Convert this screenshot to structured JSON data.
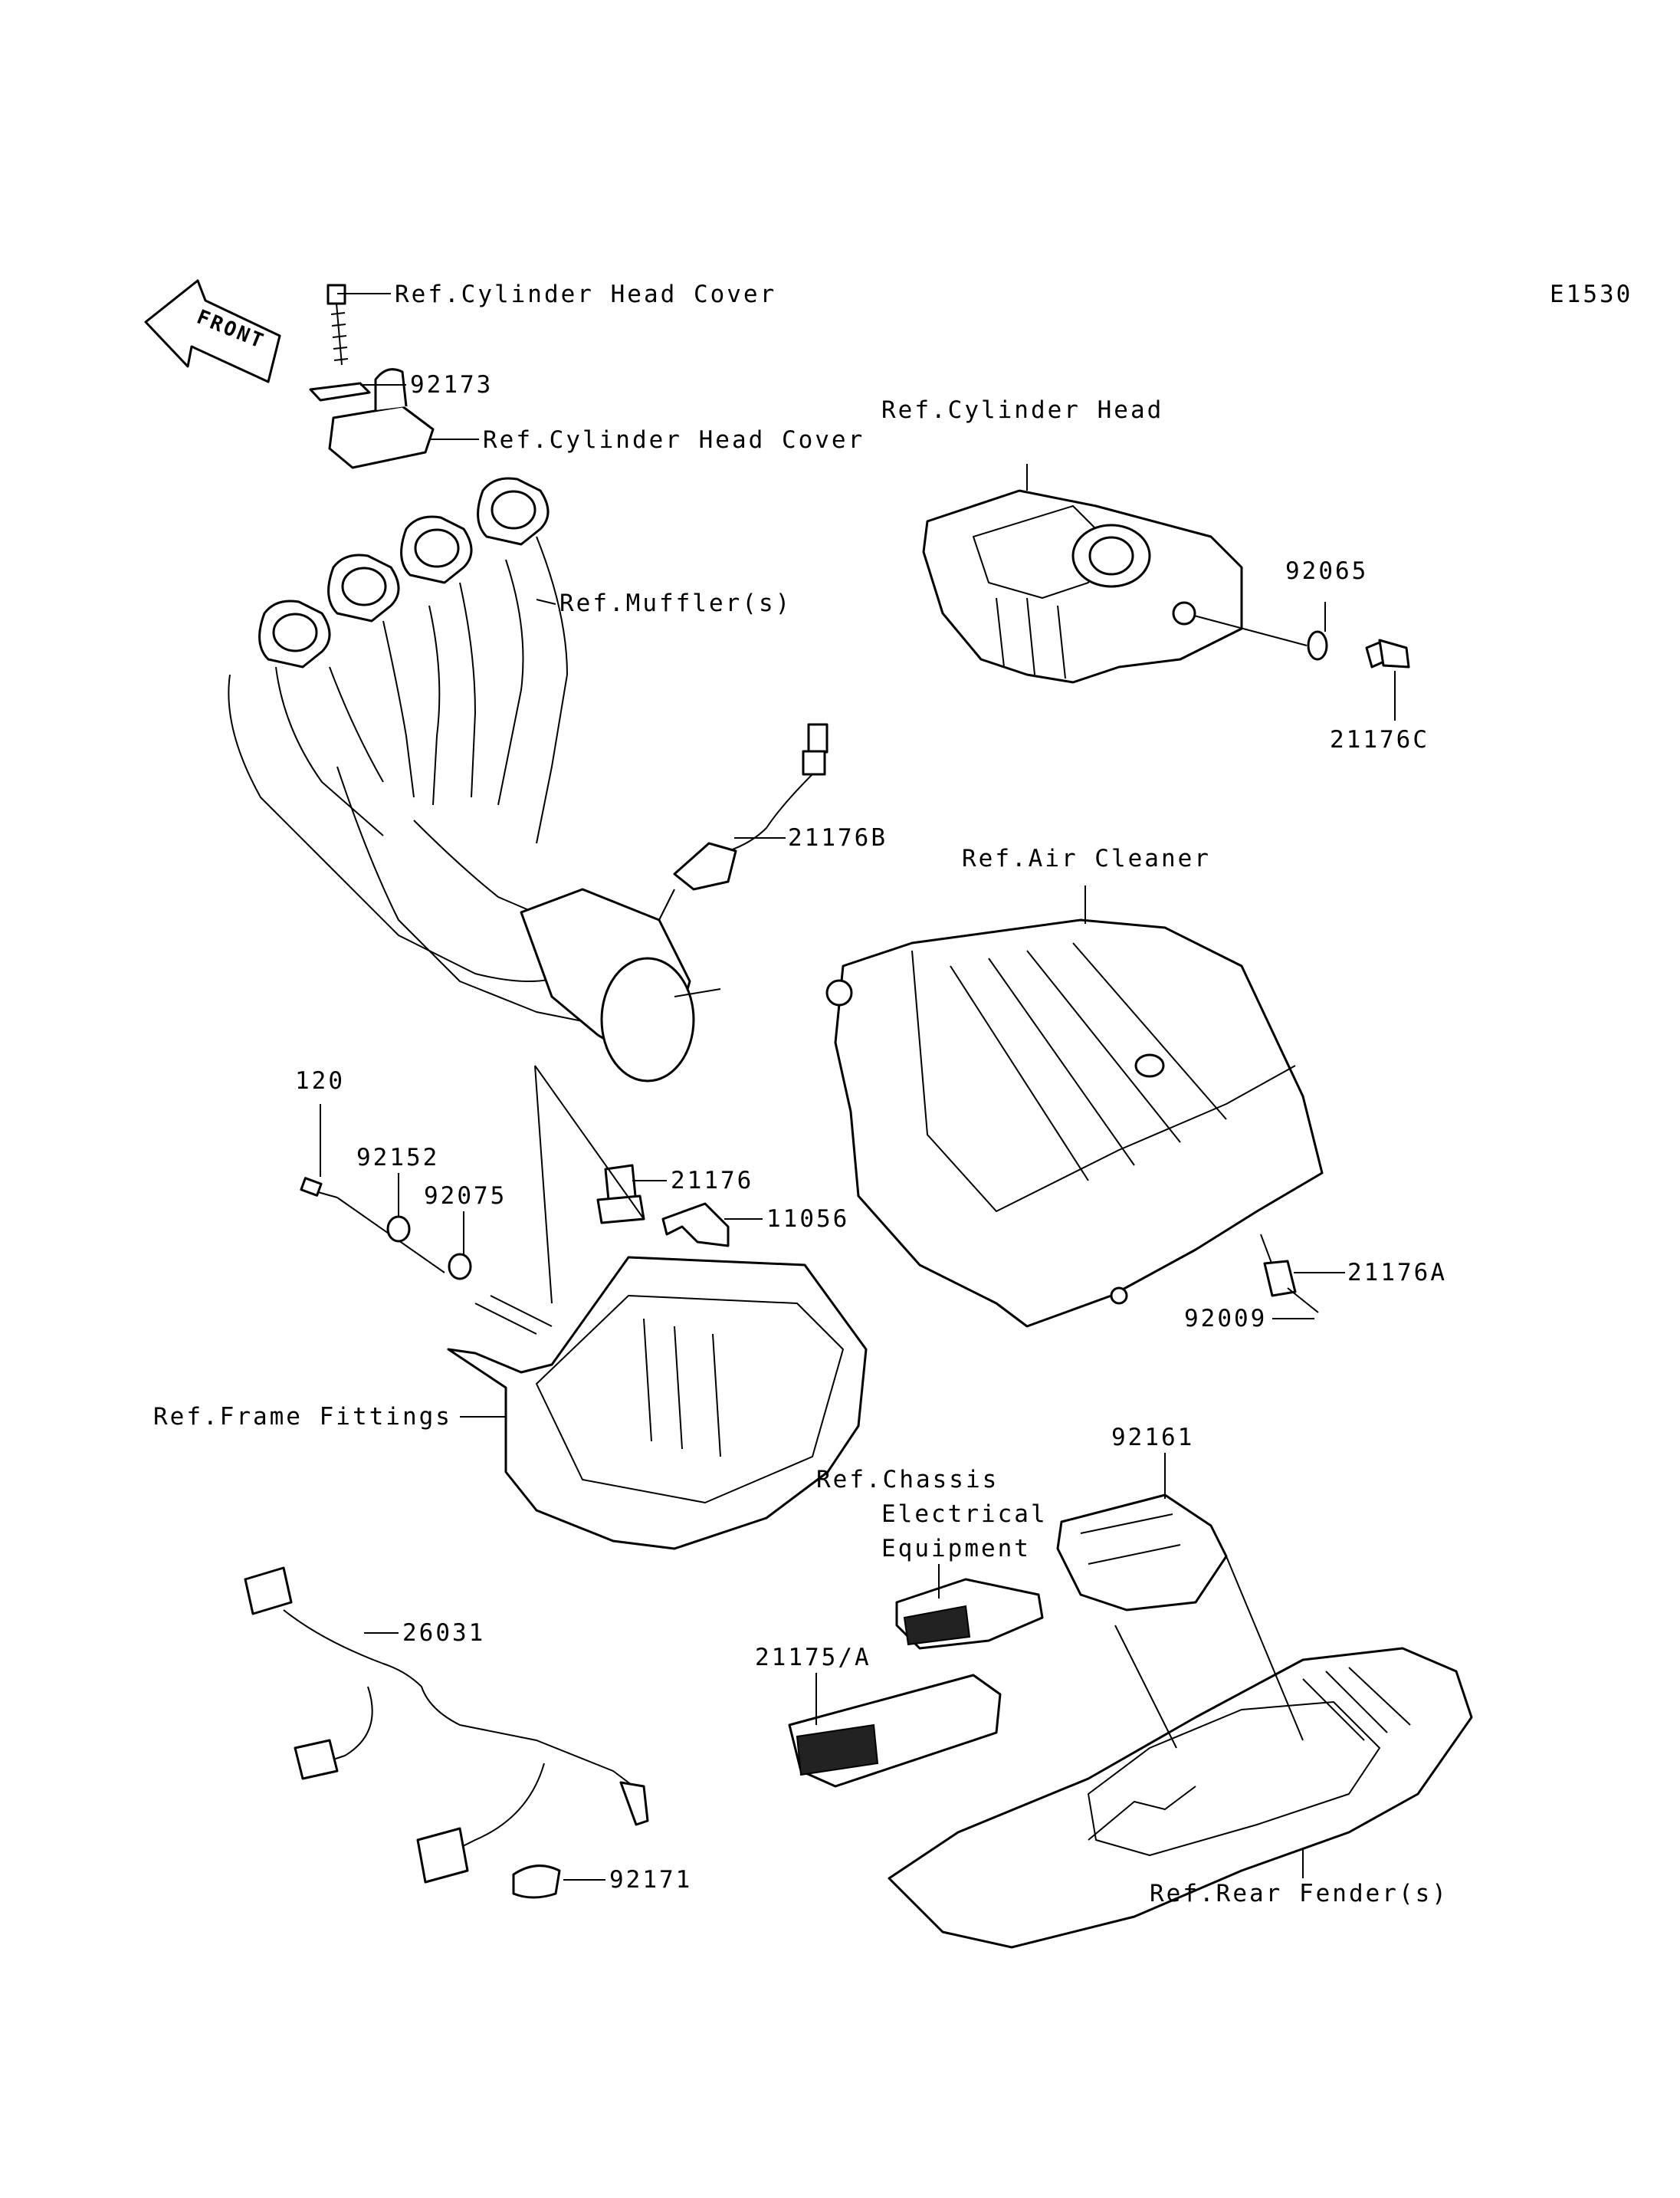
{
  "diagram": {
    "code": "E1530",
    "front_label": "FRONT",
    "labels": {
      "ref_cyl_head_cover_1": "Ref.Cylinder Head Cover",
      "p92173": "92173",
      "ref_cyl_head_cover_2": "Ref.Cylinder Head Cover",
      "ref_cyl_head": "Ref.Cylinder Head",
      "ref_muffler": "Ref.Muffler(s)",
      "p92065": "92065",
      "p21176C": "21176C",
      "p21176B": "21176B",
      "ref_air_cleaner": "Ref.Air Cleaner",
      "p120": "120",
      "p92152": "92152",
      "p21176": "21176",
      "p92075": "92075",
      "p11056": "11056",
      "p21176A": "21176A",
      "p92009": "92009",
      "ref_frame_fittings": "Ref.Frame Fittings",
      "p92161": "92161",
      "ref_chassis_1": "Ref.Chassis",
      "ref_chassis_2": "Electrical",
      "ref_chassis_3": "Equipment",
      "p26031": "26031",
      "p21175A": "21175/A",
      "p92171": "92171",
      "ref_rear_fender": "Ref.Rear Fender(s)"
    }
  }
}
